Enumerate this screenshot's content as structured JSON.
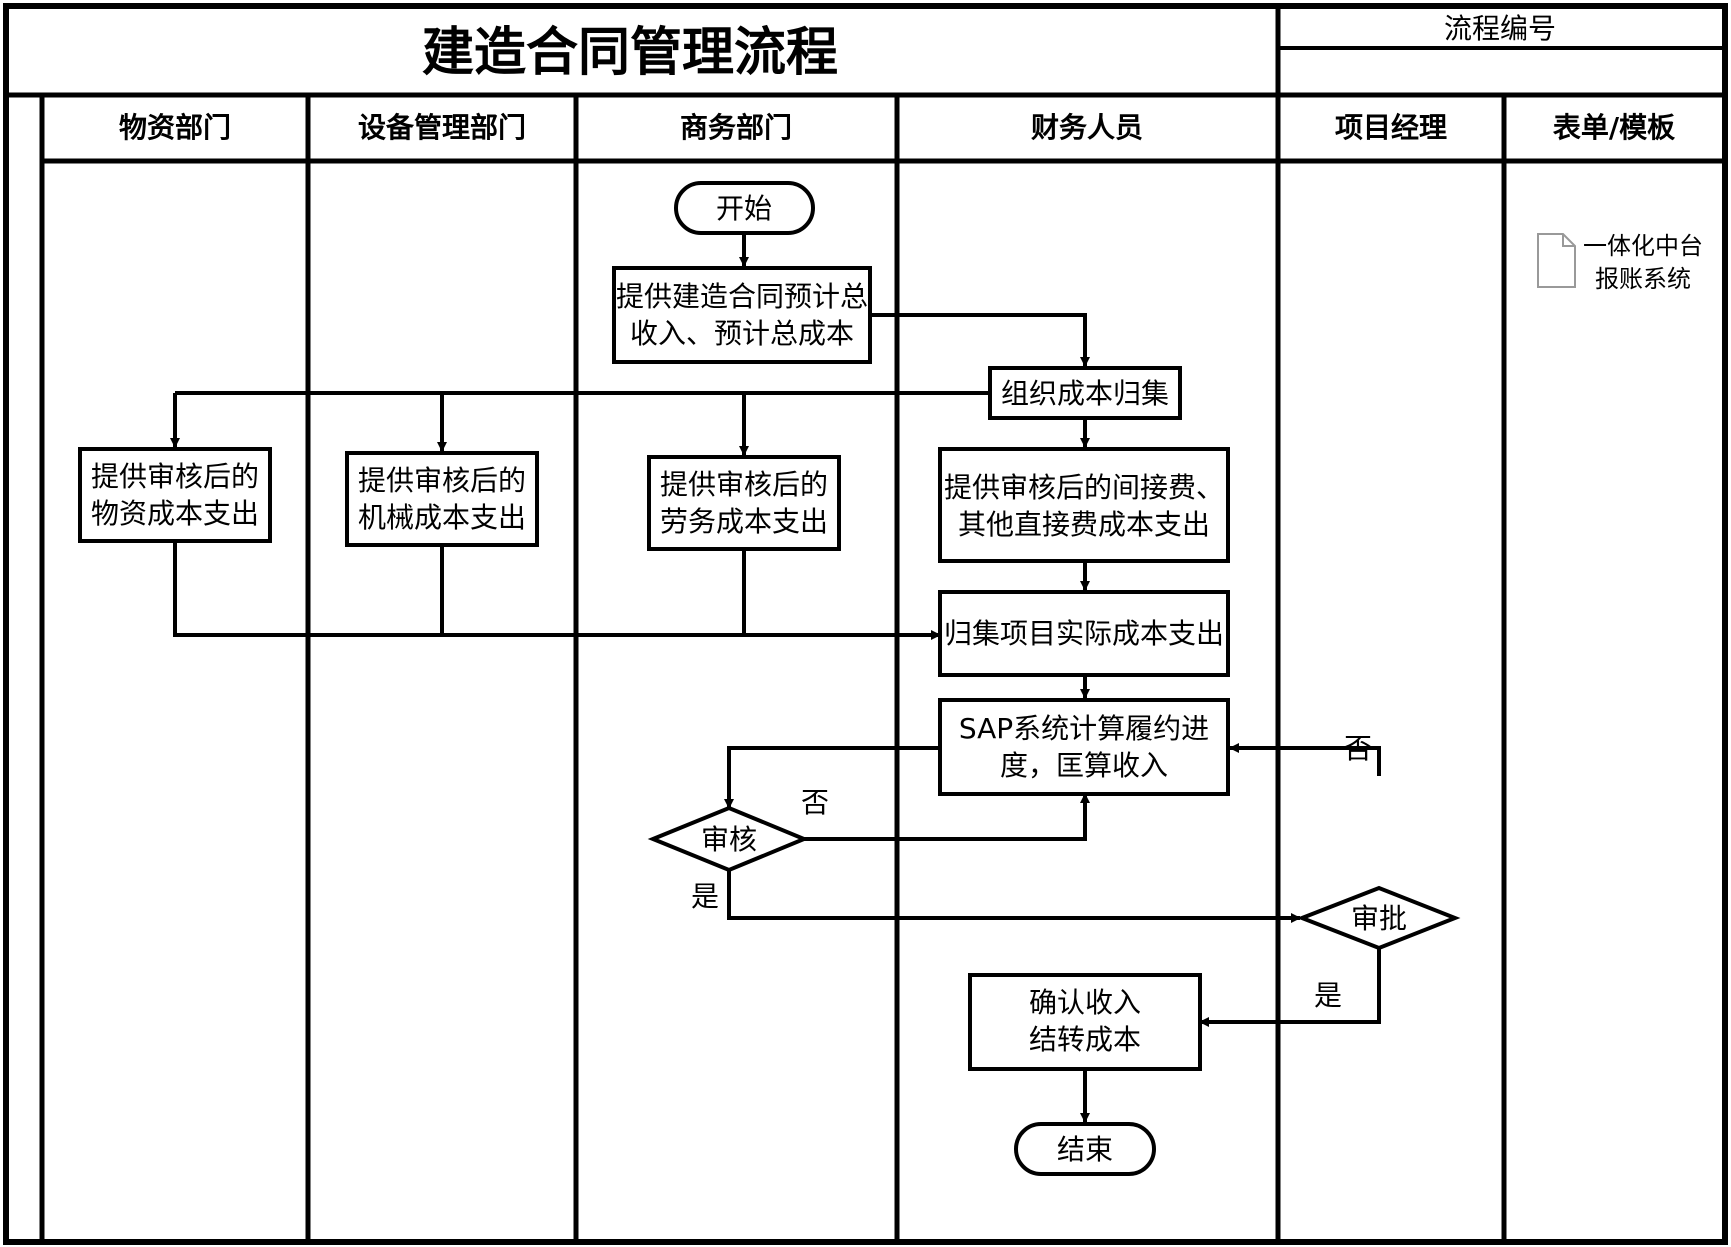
{
  "title": "建造合同管理流程",
  "process_no_label": "流程编号",
  "lanes": [
    "物资部门",
    "设备管理部门",
    "商务部门",
    "财务人员",
    "项目经理",
    "表单/模板"
  ],
  "nodes": {
    "start": "开始",
    "provide_estimate": [
      "提供建造合同预计总",
      "收入、预计总成本"
    ],
    "organize_cost": "组织成本归集",
    "material_cost": [
      "提供审核后的",
      "物资成本支出"
    ],
    "machine_cost": [
      "提供审核后的",
      "机械成本支出"
    ],
    "labor_cost": [
      "提供审核后的",
      "劳务成本支出"
    ],
    "indirect_cost": [
      "提供审核后的间接费、",
      "其他直接费成本支出"
    ],
    "collect_actual": "归集项目实际成本支出",
    "sap_calc": [
      "SAP系统计算履约进",
      "度，匡算收入"
    ],
    "review": "审核",
    "approve": "审批",
    "confirm": [
      "确认收入",
      "结转成本"
    ],
    "end": "结束"
  },
  "edge_labels": {
    "review_no": "否",
    "review_yes": "是",
    "approve_no": "否",
    "approve_yes": "是"
  },
  "template_doc": {
    "icon": "document-icon",
    "lines": [
      "一体化中台",
      "报账系统"
    ]
  }
}
